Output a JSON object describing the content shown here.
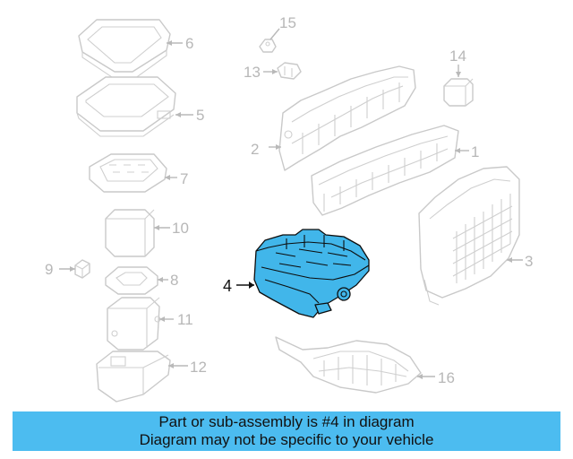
{
  "callouts": {
    "n1": "1",
    "n2": "2",
    "n3": "3",
    "n4": "4",
    "n5": "5",
    "n6": "6",
    "n7": "7",
    "n8": "8",
    "n9": "9",
    "n10": "10",
    "n11": "11",
    "n12": "12",
    "n13": "13",
    "n14": "14",
    "n15": "15",
    "n16": "16"
  },
  "highlight": {
    "part_number": "4",
    "color": "#41b6ea"
  },
  "banner": {
    "line1": "Part or sub-assembly is #4 in diagram",
    "line2": "Diagram may not be specific to your vehicle",
    "color": "#4cbcf0"
  }
}
